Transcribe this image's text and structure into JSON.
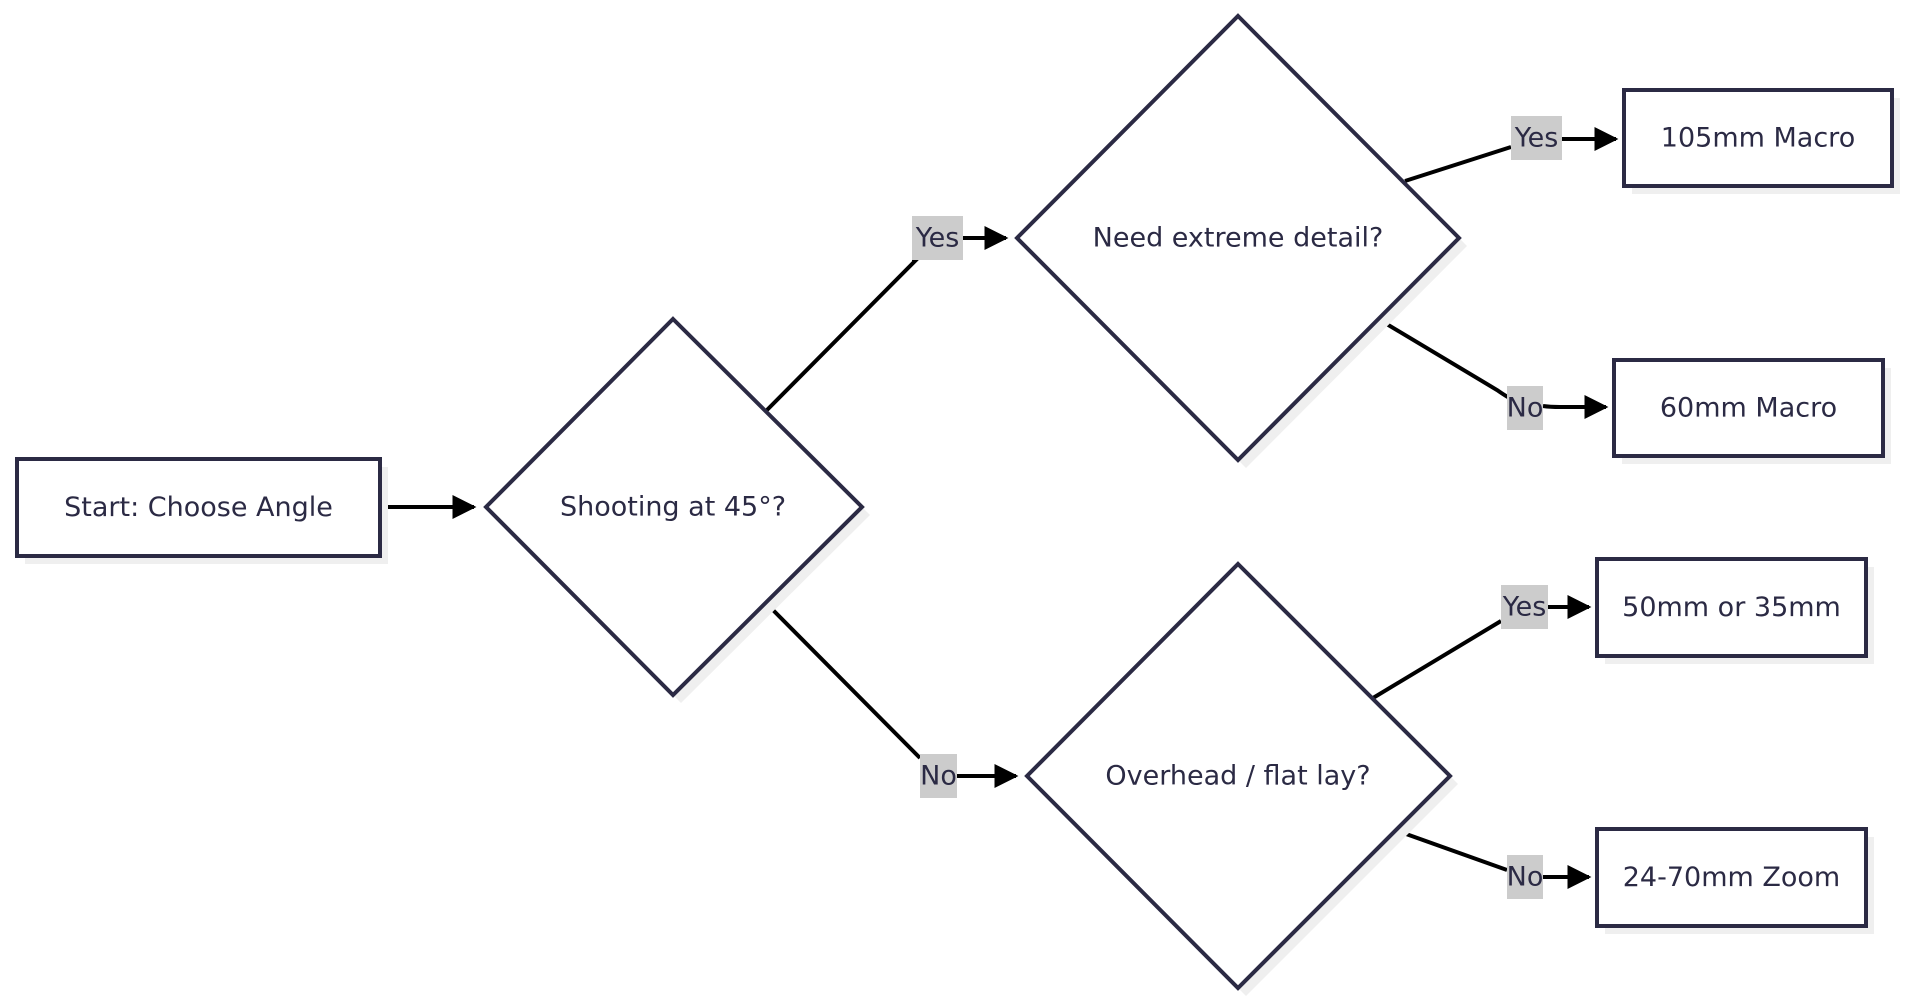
{
  "diagram": {
    "type": "flowchart",
    "colors": {
      "node_stroke": "#2b2a44",
      "node_fill": "#ffffff",
      "text": "#2b2a44",
      "edge": "#000000",
      "edge_label_bg": "#cccccc",
      "shadow": "#efefef"
    },
    "nodes": {
      "start": {
        "label": "Start: Choose Angle",
        "shape": "rect"
      },
      "q45": {
        "label": "Shooting at 45°?",
        "shape": "diamond"
      },
      "detail": {
        "label": "Need extreme detail?",
        "shape": "diamond"
      },
      "overhead": {
        "label": "Overhead / flat lay?",
        "shape": "diamond"
      },
      "macro105": {
        "label": "105mm Macro",
        "shape": "rect"
      },
      "macro60": {
        "label": "60mm Macro",
        "shape": "rect"
      },
      "prime": {
        "label": "50mm or 35mm",
        "shape": "rect"
      },
      "zoom": {
        "label": "24-70mm Zoom",
        "shape": "rect"
      }
    },
    "edges": [
      {
        "from": "start",
        "to": "q45",
        "label": ""
      },
      {
        "from": "q45",
        "to": "detail",
        "label": "Yes"
      },
      {
        "from": "q45",
        "to": "overhead",
        "label": "No"
      },
      {
        "from": "detail",
        "to": "macro105",
        "label": "Yes"
      },
      {
        "from": "detail",
        "to": "macro60",
        "label": "No"
      },
      {
        "from": "overhead",
        "to": "prime",
        "label": "Yes"
      },
      {
        "from": "overhead",
        "to": "zoom",
        "label": "No"
      }
    ]
  }
}
